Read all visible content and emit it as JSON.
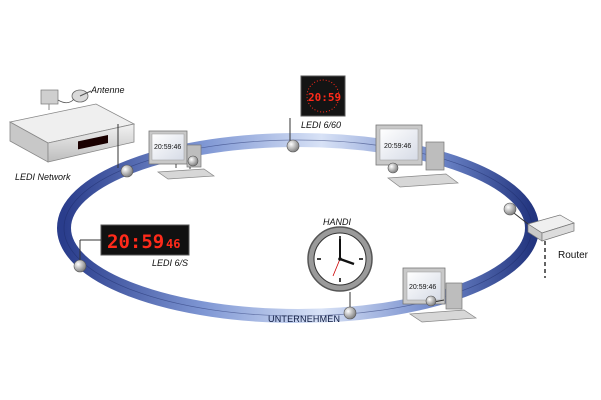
{
  "labels": {
    "antenne": "Antenne",
    "ledi_network": "LEDI Network",
    "ledi_660": "LEDI 6/60",
    "ledi_6s": "LEDI 6/S",
    "handi": "HANDI",
    "router": "Router",
    "unternehmen": "UNTERNEHMEN"
  },
  "displays": {
    "ledi_6s_time": "20:59",
    "ledi_6s_seconds": "46",
    "ledi_660_time": "20:59",
    "screen_time": "20:59:46"
  },
  "colors": {
    "ring_dark": "#2c3f8f",
    "ring_light": "#c9d6f2",
    "led_red": "#ff2a1a"
  },
  "icons": [
    "antenna-icon",
    "network-server-icon",
    "computer-icon",
    "led-clock-icon",
    "analog-clock-icon",
    "router-icon"
  ]
}
